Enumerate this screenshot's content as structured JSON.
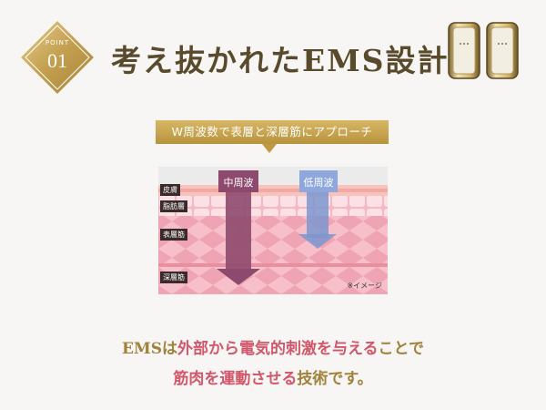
{
  "badge": {
    "label": "POINT",
    "number": "01"
  },
  "title": "考え抜かれたEMS設計",
  "banner": "W周波数で表層と深層筋にアプローチ",
  "diagram": {
    "layers": [
      "皮膚",
      "脂肪層",
      "表層筋",
      "深層筋"
    ],
    "mid_label": "中周波",
    "low_label": "低周波",
    "note": "※イメージ"
  },
  "message": {
    "line1": [
      {
        "text": "EMSは",
        "tone": "gold"
      },
      {
        "text": "外部から電気的刺激を与える",
        "tone": "pink"
      },
      {
        "text": "ことで",
        "tone": "gold"
      }
    ],
    "line2": [
      {
        "text": "筋肉を運動させる",
        "tone": "pink"
      },
      {
        "text": "技術",
        "tone": "gold"
      },
      {
        "text": "です。",
        "tone": "gold"
      }
    ]
  },
  "colors": {
    "gold": "#a0823c",
    "pink": "#d2576b",
    "mid_arrow": "#8e4a6e",
    "low_arrow": "#7c97cf"
  }
}
